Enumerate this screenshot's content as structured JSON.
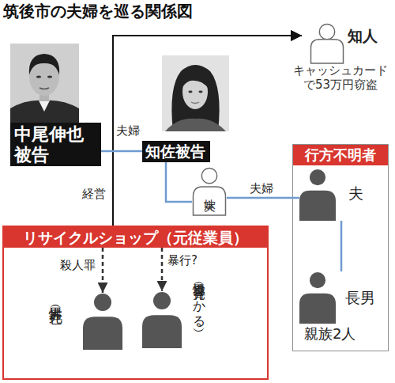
{
  "diagram": {
    "title": "筑後市の夫婦を巡る関係図",
    "nodes": [
      {
        "text": [
          "知人",
          "キャッシュカード で53万円窃盗"
        ]
      },
      {
        "text": [
          "中尾伸也 被告"
        ]
      },
      {
        "text": [
          "知佐被告"
        ]
      },
      {
        "text": [
          "実妹"
        ]
      },
      {
        "text": [
          "行方不明者",
          "親族2人"
        ]
      },
      {
        "text": [
          "夫"
        ],
        "in": 4
      },
      {
        "text": [
          "長男"
        ],
        "in": 4
      },
      {
        "text": [
          "リサイクルショップ（元従業員）"
        ]
      },
      {
        "text": [
          "男性 （死亡）"
        ],
        "in": 7
      },
      {
        "text": [
          "男性 （骨見つかる）"
        ],
        "in": 7
      }
    ],
    "edges": [
      {
        "from": 1,
        "to": 2,
        "label": "夫婦",
        "arrow": "none"
      },
      {
        "from": 1,
        "to": 0,
        "arrow": "to"
      },
      {
        "from": 2,
        "to": 0,
        "arrow": "to"
      },
      {
        "from": 1,
        "to": 7,
        "label": "経営",
        "arrow": "none"
      },
      {
        "from": 2,
        "to": 7,
        "arrow": "none"
      },
      {
        "from": 2,
        "to": 3,
        "arrow": "none"
      },
      {
        "from": 3,
        "to": 5,
        "label": "夫婦",
        "arrow": "none"
      },
      {
        "from": 5,
        "to": 6,
        "arrow": "none"
      },
      {
        "from": 7,
        "to": 8,
        "label": "殺人罪",
        "arrow": "to"
      },
      {
        "from": 7,
        "to": 9,
        "label": "暴行?",
        "arrow": "to"
      }
    ]
  }
}
